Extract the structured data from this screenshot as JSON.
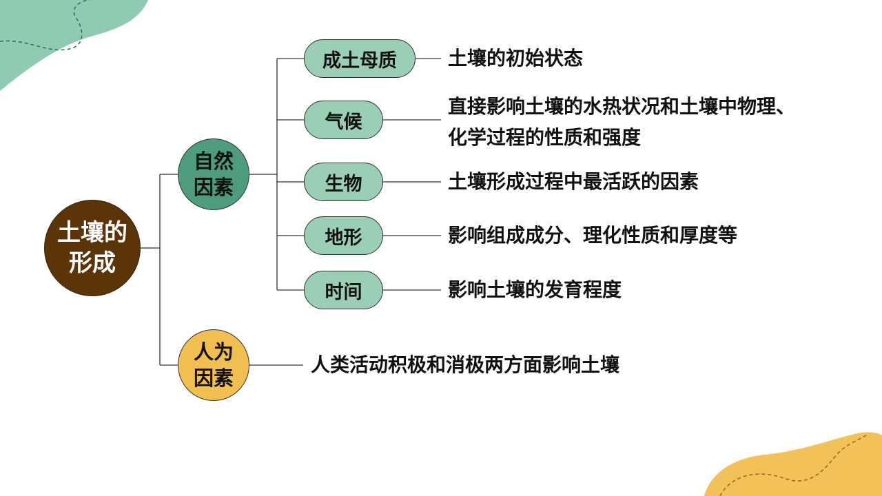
{
  "root": {
    "line1": "土壤的",
    "line2": "形成"
  },
  "natural": {
    "line1": "自然",
    "line2": "因素"
  },
  "human": {
    "line1": "人为",
    "line2": "因素",
    "description": "人类活动积极和消极两方面影响土壤"
  },
  "factors": [
    {
      "name": "成土母质",
      "description": "土壤的初始状态"
    },
    {
      "name": "气候",
      "description_line1": "直接影响土壤的水热状况和土壤中物理、",
      "description_line2": "化学过程的性质和强度"
    },
    {
      "name": "生物",
      "description": "土壤形成过程中最活跃的因素"
    },
    {
      "name": "地形",
      "description": "影响组成成分、理化性质和厚度等"
    },
    {
      "name": "时间",
      "description": "影响土壤的发育程度"
    }
  ],
  "colors": {
    "root": "#5b3407",
    "natural": "#4d9c7c",
    "human": "#f0bf4f",
    "factor_pill": "#9acfb6",
    "decor_green": "#8fcbb0",
    "decor_yellow": "#f2c157"
  }
}
